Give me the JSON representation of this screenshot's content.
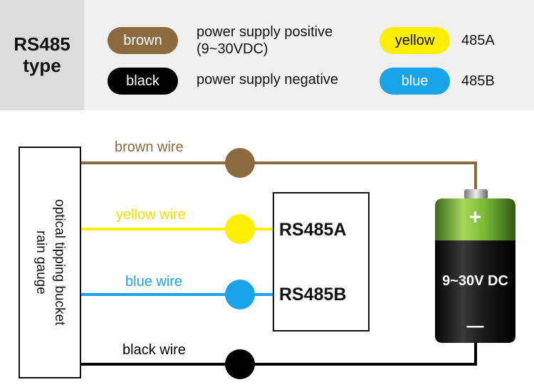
{
  "legend": {
    "type_label_line1": "RS485",
    "type_label_line2": "type",
    "rows": [
      {
        "pill": "brown",
        "description_line1": "power supply positive",
        "description_line2": "(9~30VDC)",
        "pill2": "yellow",
        "signal": "485A"
      },
      {
        "pill": "black",
        "description_line1": "power supply negative",
        "pill2": "blue",
        "signal": "485B"
      }
    ]
  },
  "diagram": {
    "gauge_label_line1": "optical tipping bucket",
    "gauge_label_line2": "rain gauge",
    "rs_a": "RS485A",
    "rs_b": "RS485B",
    "battery_label": "9~30V DC",
    "battery_plus": "+",
    "battery_minus": "—",
    "wires": [
      {
        "label": "brown wire",
        "color": "#8b6a3e"
      },
      {
        "label": "yellow wire",
        "color": "#ffee00"
      },
      {
        "label": "blue wire",
        "color": "#19a3e8"
      },
      {
        "label": "black wire",
        "color": "#000000"
      }
    ]
  }
}
